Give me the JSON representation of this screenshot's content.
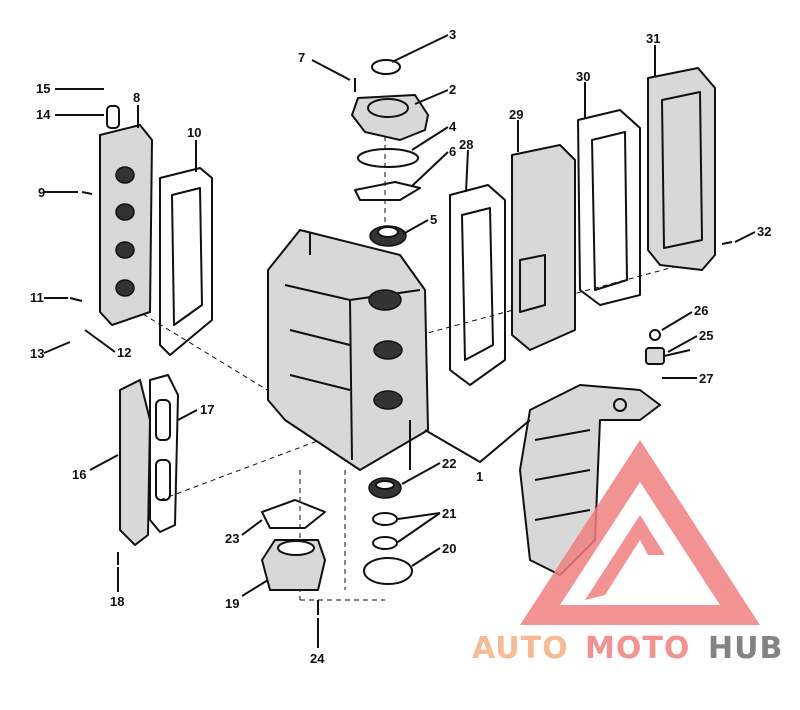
{
  "callouts": [
    {
      "id": "c1",
      "label": "1"
    },
    {
      "id": "c2",
      "label": "2"
    },
    {
      "id": "c3",
      "label": "3"
    },
    {
      "id": "c4",
      "label": "4"
    },
    {
      "id": "c5",
      "label": "5"
    },
    {
      "id": "c6",
      "label": "6"
    },
    {
      "id": "c7",
      "label": "7"
    },
    {
      "id": "c8",
      "label": "8"
    },
    {
      "id": "c9",
      "label": "9"
    },
    {
      "id": "c10",
      "label": "10"
    },
    {
      "id": "c11",
      "label": "11"
    },
    {
      "id": "c12",
      "label": "12"
    },
    {
      "id": "c13",
      "label": "13"
    },
    {
      "id": "c14",
      "label": "14"
    },
    {
      "id": "c15",
      "label": "15"
    },
    {
      "id": "c16",
      "label": "16"
    },
    {
      "id": "c17",
      "label": "17"
    },
    {
      "id": "c18",
      "label": "18"
    },
    {
      "id": "c19",
      "label": "19"
    },
    {
      "id": "c20",
      "label": "20"
    },
    {
      "id": "c21",
      "label": "21"
    },
    {
      "id": "c22",
      "label": "22"
    },
    {
      "id": "c23",
      "label": "23"
    },
    {
      "id": "c24",
      "label": "24"
    },
    {
      "id": "c25",
      "label": "25"
    },
    {
      "id": "c26",
      "label": "26"
    },
    {
      "id": "c27",
      "label": "27"
    },
    {
      "id": "c28",
      "label": "28"
    },
    {
      "id": "c29",
      "label": "29"
    },
    {
      "id": "c30",
      "label": "30"
    },
    {
      "id": "c31",
      "label": "31"
    },
    {
      "id": "c32",
      "label": "32"
    }
  ],
  "watermark": {
    "word1": "AUTO",
    "word2": "MOTO",
    "word3": "HUB",
    "color_light": "#f4b183",
    "color_red": "#f08080",
    "color_gray": "#6e6e6e"
  }
}
